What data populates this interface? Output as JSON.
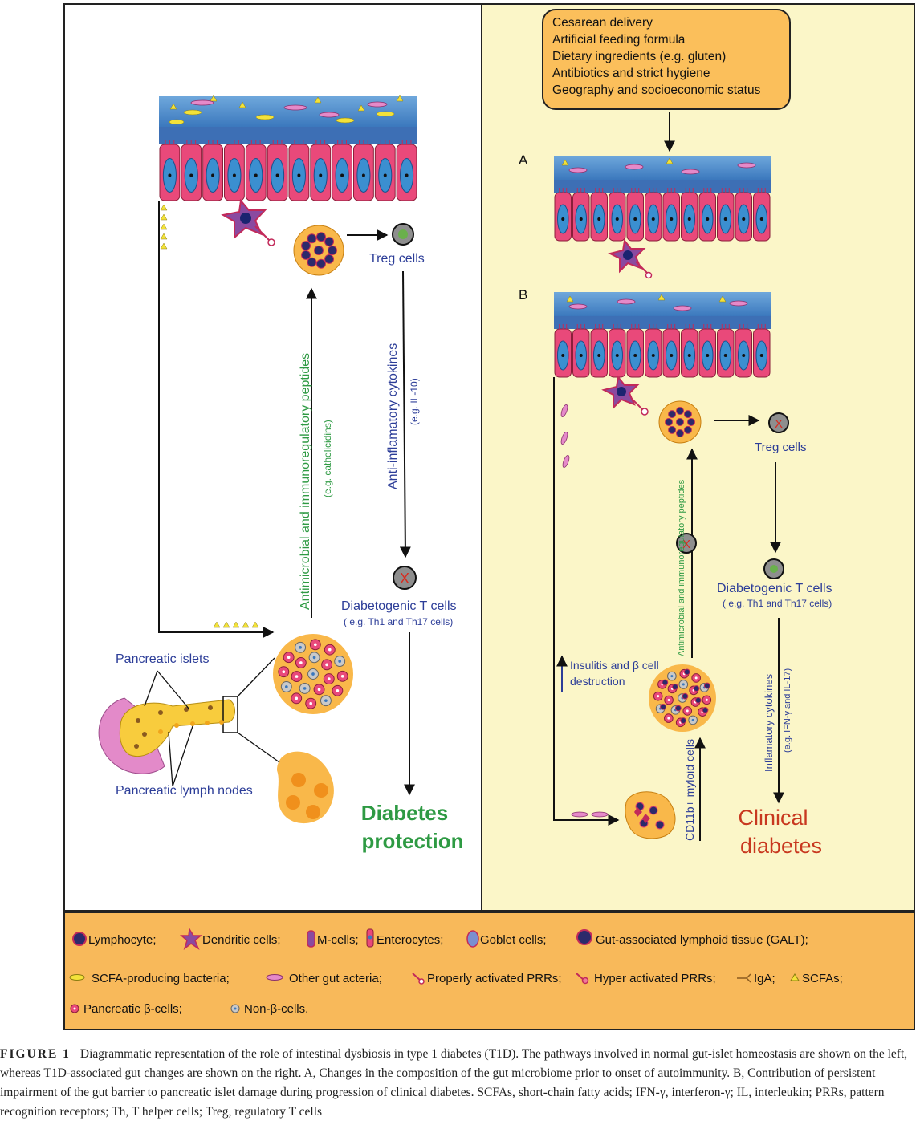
{
  "risk_factors": [
    "Cesarean delivery",
    "Artificial feeding formula",
    "Dietary ingredients (e.g. gluten)",
    "Antibiotics  and strict hygiene",
    "Geography and socioeconomic status"
  ],
  "left": {
    "treg": "Treg cells",
    "peptides": "Antimicrobial and immunoregulatory peptides",
    "peptides_eg": "(e.g. cathelicidins)",
    "cytokines": "Anti-inflamatory cytokines",
    "cytokines_eg": "(e.g. IL-10)",
    "diabetogenic": "Diabetogenic T cells",
    "diabetogenic_eg": "( e.g. Th1 and Th17 cells)",
    "islets": "Pancreatic islets",
    "lymph_nodes": "Pancreatic lymph nodes",
    "outcome_line1": "Diabetes",
    "outcome_line2": "protection"
  },
  "right": {
    "label_a": "A",
    "label_b": "B",
    "treg": "Treg cells",
    "diabetogenic": "Diabetogenic T cells",
    "diabetogenic_eg": "( e.g. Th1 and Th17 cells)",
    "peptides": "Antimicrobial and immunoregulatory peptides",
    "insulitis_line1": "Insulitis and β cell",
    "insulitis_line2": "destruction",
    "myeloid": "CD11b+ myloid cells",
    "cytokines": "Inflamatory cytokines",
    "cytokines_eg": "(e.g. IFN-γ and IL-17)",
    "outcome_line1": "Clinical",
    "outcome_line2": "diabetes"
  },
  "legend": {
    "lymphocyte": "Lymphocyte;",
    "dendritic": "Dendritic cells;",
    "mcells": "M-cells;",
    "enterocytes": "Enterocytes;",
    "goblet": "Goblet cells;",
    "galt": "Gut-associated lymphoid tissue (GALT);",
    "scfa_bacteria": "SCFA-producing bacteria;",
    "other_bacteria": "Other gut acteria;",
    "prr_proper": "Properly activated PRRs;",
    "prr_hyper": "Hyper activated PRRs;",
    "iga": "IgA;",
    "scfas": "SCFAs;",
    "beta_cells": "Pancreatic β-cells;",
    "non_beta": "Non-β-cells."
  },
  "caption": {
    "label": "FIGURE 1",
    "text": "Diagrammatic representation of the role of intestinal dysbiosis in type 1 diabetes (T1D). The pathways involved in normal gut-islet homeostasis are shown on the left, whereas T1D-associated gut changes are shown on the right. A, Changes in the composition of the gut microbiome prior to onset of autoimmunity. B, Contribution of persistent impairment of the gut barrier to pancreatic islet damage during progression of clinical diabetes. SCFAs, short-chain fatty acids; IFN-γ, interferon-γ; IL, interleukin; PRRs, pattern recognition receptors; Th, T helper cells; Treg, regulatory T cells"
  },
  "colors": {
    "left_panel": "#ffffff",
    "right_panel": "#fbf6c8",
    "legend_bg": "#f8b95a",
    "risk_box": "#fbbf5b",
    "green_text": "#2e9a43",
    "blue_text": "#2c3d98",
    "red_text": "#c8381f",
    "epithelium": "#e9497a"
  }
}
